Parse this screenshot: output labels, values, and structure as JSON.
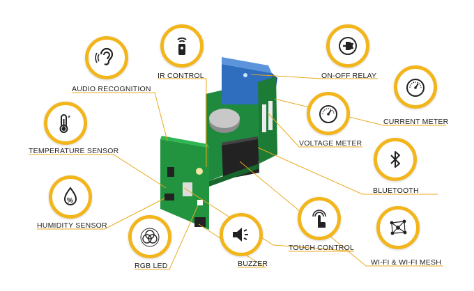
{
  "accent_color": "#f2b51c",
  "line_color": "#e8a91c",
  "features": [
    {
      "id": "ir-control",
      "label": "IR CONTROL",
      "icon": "remote-control-icon"
    },
    {
      "id": "audio-recognition",
      "label": "AUDIO RECOGNITION",
      "icon": "ear-icon"
    },
    {
      "id": "temperature-sensor",
      "label": "TEMPERATURE SENSOR",
      "icon": "thermometer-icon"
    },
    {
      "id": "humidity-sensor",
      "label": "HUMIDITY SENSOR",
      "icon": "droplet-percent-icon"
    },
    {
      "id": "rgb-led",
      "label": "RGB LED",
      "icon": "rgb-led-icon"
    },
    {
      "id": "buzzer",
      "label": "BUZZER",
      "icon": "speaker-icon"
    },
    {
      "id": "touch-control",
      "label": "TOUCH CONTROL",
      "icon": "touch-icon"
    },
    {
      "id": "wifi-mesh",
      "label": "WI-FI & WI-FI MESH",
      "icon": "mesh-network-icon"
    },
    {
      "id": "bluetooth",
      "label": "BLUETOOTH",
      "icon": "bluetooth-icon"
    },
    {
      "id": "voltage-meter",
      "label": "VOLTAGE METER",
      "icon": "gauge-icon"
    },
    {
      "id": "current-meter",
      "label": "CURRENT METER",
      "icon": "gauge-icon"
    },
    {
      "id": "on-off-relay",
      "label": "ON-OFF RELAY",
      "icon": "power-plug-icon"
    }
  ]
}
